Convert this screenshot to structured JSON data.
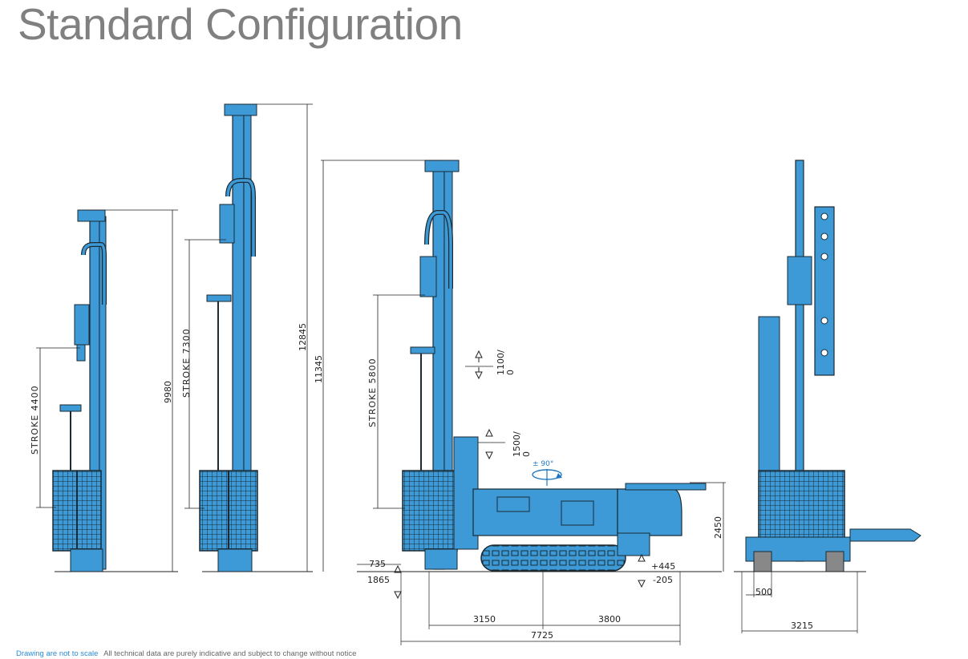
{
  "title": "Standard Configuration",
  "colors": {
    "machine": "#3d9ad6",
    "outline": "#1b2a33",
    "rotate": "#1f76c2",
    "line": "#222222"
  },
  "view1": {
    "stroke": "STROKE  4400",
    "height": "9980"
  },
  "view2": {
    "stroke": "STROKE  7300",
    "height": "12845"
  },
  "view3": {
    "stroke": "STROKE  5800",
    "height": "11345",
    "head_travel": "1100/\n0",
    "slide_travel": "1500/\n0",
    "rotation": "± 90°",
    "track_up": "+445",
    "track_down": "-205",
    "ground_up": "735",
    "ground_down": "1865",
    "cab_height": "2450",
    "len_front": "3150",
    "len_rear": "3800",
    "len_total": "7725"
  },
  "view4": {
    "offset": "500",
    "width": "3215"
  },
  "footer": {
    "note1": "Drawing are not to scale",
    "note2": "All technical data are purely indicative and subject to change without notice"
  }
}
